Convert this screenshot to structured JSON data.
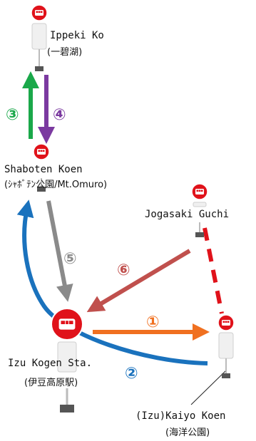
{
  "stops": {
    "ippeki": {
      "name": "Ippeki Ko",
      "sub": "(一碧湖)"
    },
    "shaboten": {
      "name": "Shaboten Koen",
      "sub": "(ｼｬﾎﾞﾃﾝ公園/Mt.Omuro)"
    },
    "jogasaki": {
      "name": "Jogasaki Guchi"
    },
    "izu_kogen": {
      "name": "Izu Kogen Sta.",
      "sub": "(伊豆高原駅)"
    },
    "kaiyo": {
      "name": "(Izu)Kaiyo Koen",
      "sub": "(海洋公園)"
    }
  },
  "routes": [
    {
      "number": "③",
      "color": "#1aa84a"
    },
    {
      "number": "④",
      "color": "#7b3aa0"
    },
    {
      "number": "⑤",
      "color": "#8a8a8a"
    },
    {
      "number": "⑥",
      "color": "#c0504d"
    },
    {
      "number": "①",
      "color": "#f07020"
    },
    {
      "number": "②",
      "color": "#1a72bd"
    }
  ],
  "connector_color": "#e0121a",
  "icon": "bus-stop-icon"
}
